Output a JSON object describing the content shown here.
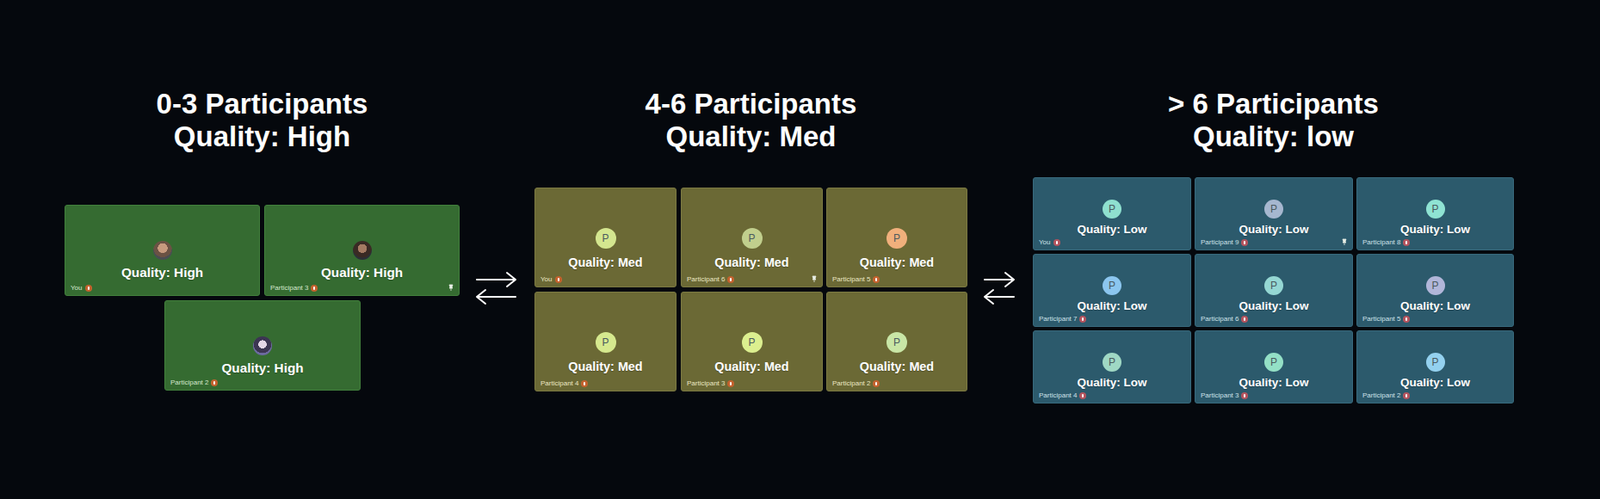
{
  "diagram": {
    "nodes": [
      {
        "text": [
          "0-3 Participants",
          "Quality: High"
        ]
      },
      {
        "text": [
          "Quality: High",
          "You"
        ],
        "in": 0
      },
      {
        "text": [
          "Quality: High",
          "Participant 3"
        ],
        "in": 0
      },
      {
        "text": [
          "Quality: High",
          "Participant 2"
        ],
        "in": 0
      },
      {
        "text": [
          "4-6 Participants",
          "Quality: Med"
        ]
      },
      {
        "text": [
          "P",
          "Quality: Med",
          "You"
        ],
        "in": 4
      },
      {
        "text": [
          "P",
          "Quality: Med",
          "Participant 6"
        ],
        "in": 4
      },
      {
        "text": [
          "P",
          "Quality: Med",
          "Participant 5"
        ],
        "in": 4
      },
      {
        "text": [
          "P",
          "Quality: Med",
          "Participant 4"
        ],
        "in": 4
      },
      {
        "text": [
          "P",
          "Quality: Med",
          "Participant 3"
        ],
        "in": 4
      },
      {
        "text": [
          "P",
          "Quality: Med",
          "Participant 2"
        ],
        "in": 4
      },
      {
        "text": [
          "> 6 Participants",
          "Quality: low"
        ]
      },
      {
        "text": [
          "P",
          "Quality: Low",
          "You"
        ],
        "in": 11
      },
      {
        "text": [
          "P",
          "Quality: Low",
          "Participant 9"
        ],
        "in": 11
      },
      {
        "text": [
          "P",
          "Quality: Low",
          "Participant 8"
        ],
        "in": 11
      },
      {
        "text": [
          "P",
          "Quality: Low",
          "Participant 7"
        ],
        "in": 11
      },
      {
        "text": [
          "P",
          "Quality: Low",
          "Participant 6"
        ],
        "in": 11
      },
      {
        "text": [
          "P",
          "Quality: Low",
          "Participant 5"
        ],
        "in": 11
      },
      {
        "text": [
          "P",
          "Quality: Low",
          "Participant 4"
        ],
        "in": 11
      },
      {
        "text": [
          "P",
          "Quality: Low",
          "Participant 3"
        ],
        "in": 11
      },
      {
        "text": [
          "P",
          "Quality: Low",
          "Participant 2"
        ],
        "in": 11
      }
    ],
    "edges": [
      {
        "from": 0,
        "to": 4,
        "arrow": "both"
      },
      {
        "from": 4,
        "to": 11,
        "arrow": "both"
      }
    ]
  }
}
